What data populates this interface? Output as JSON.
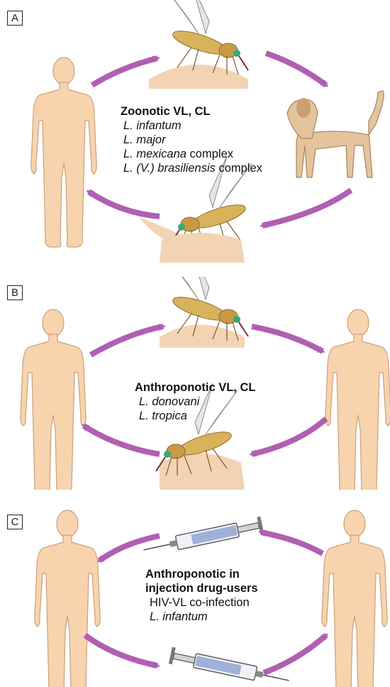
{
  "colors": {
    "arrow": "#b05fb2",
    "skin": "#f7d3ae",
    "skin_outline": "#caa07c",
    "dog": "#e4c49c",
    "mosquito": "#d9b25c",
    "syringe_fluid": "#9fb1d9"
  },
  "panels": [
    {
      "label": "A",
      "title": "Zoonotic VL, CL",
      "lines": [
        {
          "italic": "L. infantum",
          "plain": ""
        },
        {
          "italic": "L. major",
          "plain": ""
        },
        {
          "italic": "L. mexicana",
          "plain": " complex"
        },
        {
          "italic": "L. (V.) brasiliensis",
          "plain": " complex"
        }
      ]
    },
    {
      "label": "B",
      "title": "Anthroponotic VL, CL",
      "lines": [
        {
          "italic": "L. donovani",
          "plain": ""
        },
        {
          "italic": "L. tropica",
          "plain": ""
        }
      ]
    },
    {
      "label": "C",
      "title": "Anthroponotic in",
      "title2": "injection drug-users",
      "lines": [
        {
          "italic": "",
          "plain": "HIV-VL co-infection"
        },
        {
          "italic": "L. infantum",
          "plain": ""
        }
      ]
    }
  ],
  "icons": [
    "human-figure-icon",
    "mosquito-icon",
    "dog-icon",
    "syringe-icon",
    "cycle-arrow-icon"
  ]
}
